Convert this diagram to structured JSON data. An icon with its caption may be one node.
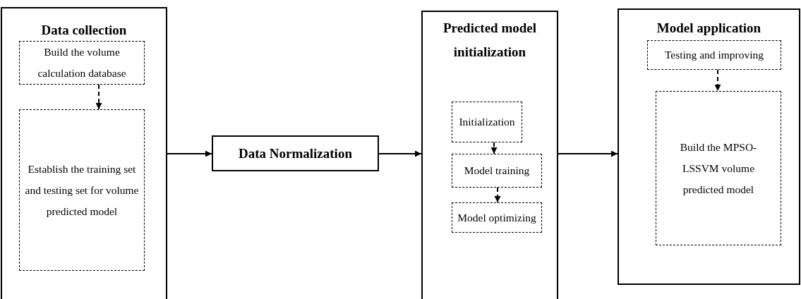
{
  "diagram": {
    "nodes": [
      {
        "text": [
          "Data collection"
        ]
      },
      {
        "text": [
          "Build the volume calculation database"
        ],
        "in": 0
      },
      {
        "text": [
          "Establish the training set and testing set for volume predicted model"
        ],
        "in": 0
      },
      {
        "text": [
          "Data Normalization"
        ]
      },
      {
        "text": [
          "Predicted model initialization"
        ]
      },
      {
        "text": [
          "Initialization"
        ],
        "in": 4
      },
      {
        "text": [
          "Model training"
        ],
        "in": 4
      },
      {
        "text": [
          "Model optimizing"
        ],
        "in": 4
      },
      {
        "text": [
          "Model application"
        ]
      },
      {
        "text": [
          "Testing and improving"
        ],
        "in": 8
      },
      {
        "text": [
          "Build the MPSO-LSSVM volume predicted model"
        ],
        "in": 8
      }
    ],
    "edges": [
      {
        "from": 1,
        "to": 2,
        "arrow": "to",
        "style": "dashed"
      },
      {
        "from": 0,
        "to": 3,
        "arrow": "to"
      },
      {
        "from": 3,
        "to": 4,
        "arrow": "to"
      },
      {
        "from": 5,
        "to": 6,
        "arrow": "to",
        "style": "dashed"
      },
      {
        "from": 6,
        "to": 7,
        "arrow": "to",
        "style": "dashed"
      },
      {
        "from": 4,
        "to": 8,
        "arrow": "to"
      },
      {
        "from": 9,
        "to": 10,
        "arrow": "to",
        "style": "dashed"
      }
    ]
  }
}
